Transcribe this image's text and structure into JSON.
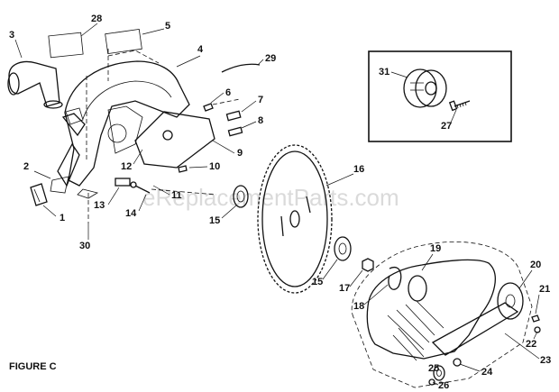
{
  "figure_caption": "FIGURE C",
  "watermark": "eReplacementParts.com",
  "callouts": [
    "1",
    "2",
    "3",
    "4",
    "5",
    "6",
    "7",
    "8",
    "9",
    "10",
    "11",
    "12",
    "13",
    "14",
    "15",
    "15",
    "16",
    "17",
    "18",
    "19",
    "20",
    "21",
    "22",
    "23",
    "24",
    "25",
    "26",
    "27",
    "28",
    "29",
    "30",
    "31"
  ],
  "icons": {
    "main_view": "exploded-saw-blade-assembly-drawing",
    "inset_view": "knob-and-screw-inset-drawing"
  }
}
